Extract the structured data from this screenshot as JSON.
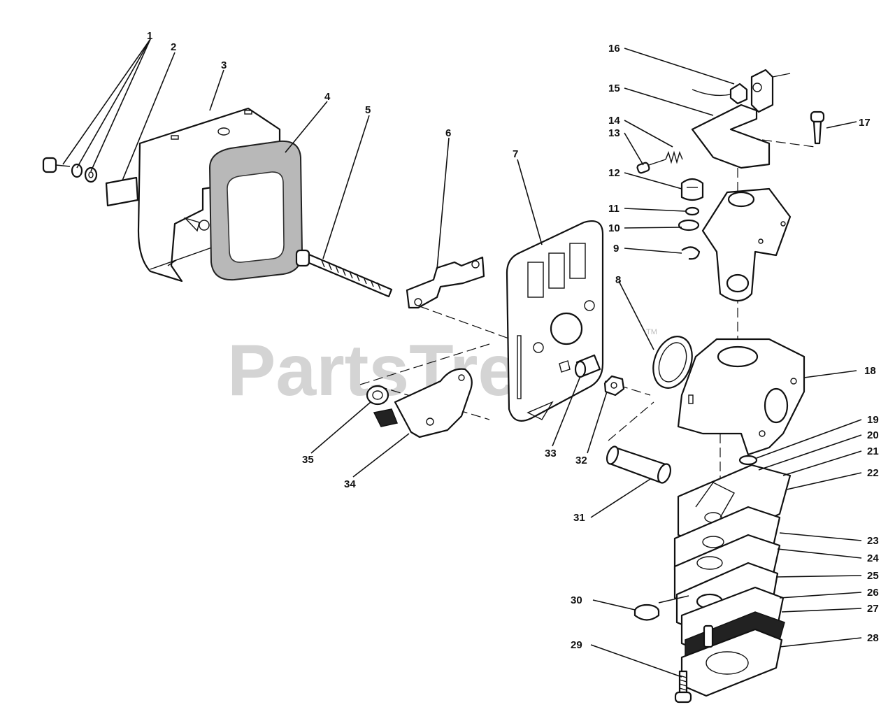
{
  "watermark": {
    "brand": "PartsTree",
    "trademark": "TM"
  },
  "callouts": [
    {
      "id": "1",
      "label": "1"
    },
    {
      "id": "2",
      "label": "2"
    },
    {
      "id": "3",
      "label": "3"
    },
    {
      "id": "4",
      "label": "4"
    },
    {
      "id": "5",
      "label": "5"
    },
    {
      "id": "6",
      "label": "6"
    },
    {
      "id": "7",
      "label": "7"
    },
    {
      "id": "8",
      "label": "8"
    },
    {
      "id": "9",
      "label": "9"
    },
    {
      "id": "10",
      "label": "10"
    },
    {
      "id": "11",
      "label": "11"
    },
    {
      "id": "12",
      "label": "12"
    },
    {
      "id": "13",
      "label": "13"
    },
    {
      "id": "14",
      "label": "14"
    },
    {
      "id": "15",
      "label": "15"
    },
    {
      "id": "16",
      "label": "16"
    },
    {
      "id": "17",
      "label": "17"
    },
    {
      "id": "18",
      "label": "18"
    },
    {
      "id": "19",
      "label": "19"
    },
    {
      "id": "20",
      "label": "20"
    },
    {
      "id": "21",
      "label": "21"
    },
    {
      "id": "22",
      "label": "22"
    },
    {
      "id": "23",
      "label": "23"
    },
    {
      "id": "24",
      "label": "24"
    },
    {
      "id": "25",
      "label": "25"
    },
    {
      "id": "26",
      "label": "26"
    },
    {
      "id": "27",
      "label": "27"
    },
    {
      "id": "28",
      "label": "28"
    },
    {
      "id": "29",
      "label": "29"
    },
    {
      "id": "30",
      "label": "30"
    },
    {
      "id": "31",
      "label": "31"
    },
    {
      "id": "32",
      "label": "32"
    },
    {
      "id": "33",
      "label": "33"
    },
    {
      "id": "34",
      "label": "34"
    },
    {
      "id": "35",
      "label": "35"
    }
  ]
}
